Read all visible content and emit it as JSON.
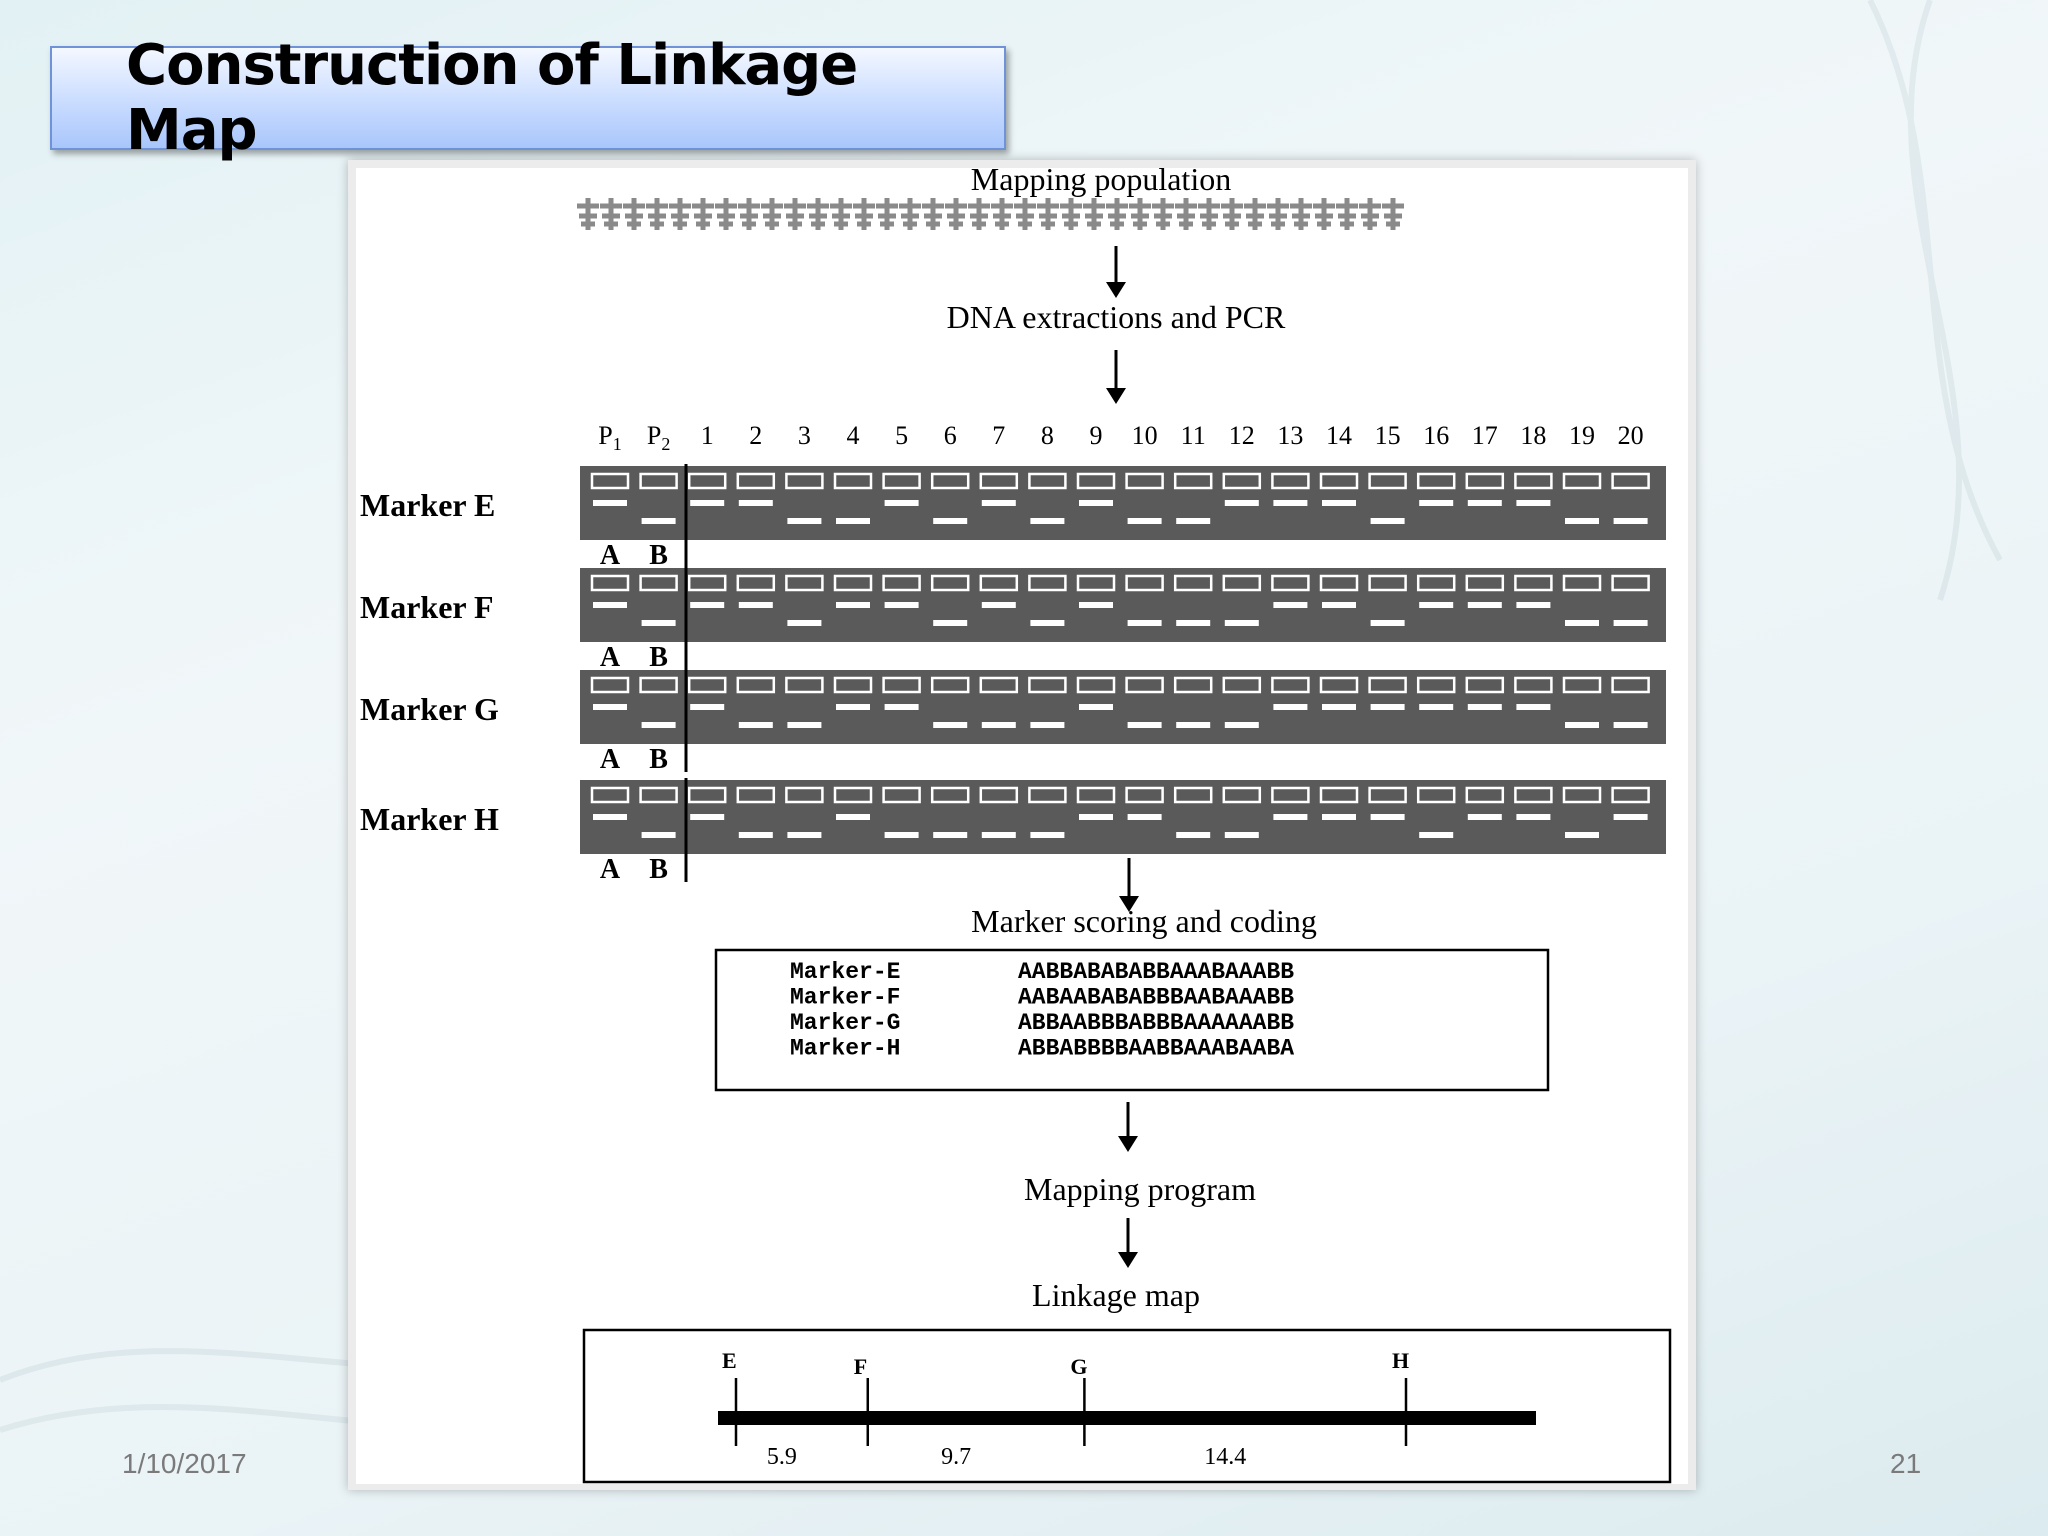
{
  "slide": {
    "title": "Construction of Linkage Map",
    "date": "1/10/2017",
    "page_number": "21"
  },
  "colors": {
    "gel_background": "#5a5a5a",
    "band": "#ffffff",
    "title_fill": "#c9dcff",
    "map_bar": "#000000"
  },
  "flowchart": {
    "mapping_population": "Mapping population",
    "dna_extraction": "DNA extractions and PCR",
    "marker_scoring": "Marker scoring and coding",
    "mapping_program": "Mapping program",
    "linkage_map": "Linkage map"
  },
  "gel": {
    "parent_lanes": [
      {
        "label": "P",
        "subscript": "1"
      },
      {
        "label": "P",
        "subscript": "2"
      }
    ],
    "progeny_lanes": [
      "1",
      "2",
      "3",
      "4",
      "5",
      "6",
      "7",
      "8",
      "9",
      "10",
      "11",
      "12",
      "13",
      "14",
      "15",
      "16",
      "17",
      "18",
      "19",
      "20"
    ],
    "allele_labels": [
      "A",
      "B"
    ],
    "markers": [
      {
        "name": "Marker E",
        "code": "AABBABABABBAAABAAABB"
      },
      {
        "name": "Marker F",
        "code": "AABAABABABBBAABAAABB"
      },
      {
        "name": "Marker G",
        "code": "ABBAABBBABBBAAAAAABB"
      },
      {
        "name": "Marker H",
        "code": "ABBABBBBAABBAAABAABA"
      }
    ]
  },
  "coding_table": [
    {
      "label": "Marker-E",
      "code": "AABBABABABBAAABAAABB"
    },
    {
      "label": "Marker-F",
      "code": "AABAABABABBBAABAAABB"
    },
    {
      "label": "Marker-G",
      "code": "ABBAABBBABBBAAAAAABB"
    },
    {
      "label": "Marker-H",
      "code": "ABBABBBBAABBAAABAABA"
    }
  ],
  "linkage_map": {
    "loci": [
      "E",
      "F",
      "G",
      "H"
    ],
    "distances_cM": [
      5.9,
      9.7,
      14.4
    ],
    "distance_labels": [
      "5.9",
      "9.7",
      "14.4"
    ]
  }
}
